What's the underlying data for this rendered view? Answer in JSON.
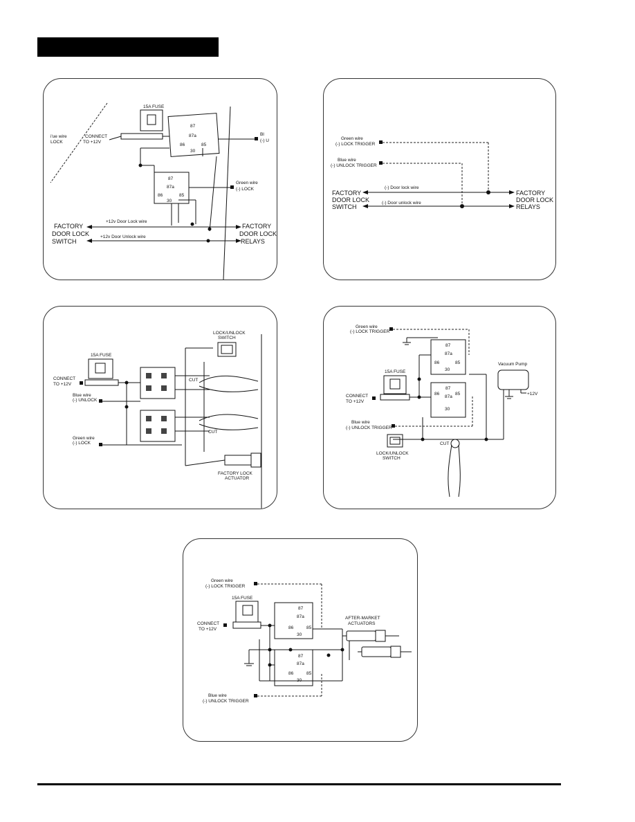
{
  "page": {
    "title_bar_color": "#000000"
  },
  "diagram1": {
    "fuse": "15A FUSE",
    "green_wire_partial": "i'ue wire",
    "lock_partial": "LOCK",
    "connect": "CONNECT",
    "to12v": "TO +12V",
    "right_partial1": "Bl",
    "right_partial2": "(-) U",
    "green_wire": "Green wire",
    "lock": "(-) LOCK",
    "factory_left": "FACTORY",
    "door_lock_left": "DOOR LOCK",
    "switch": "SWITCH",
    "lock_wire": "+12v Door Lock wire",
    "unlock_wire": "+12v Door Unlock wire",
    "factory_right": "FACTORY",
    "door_lock_right": "DOOR LOCK",
    "relays": "RELAYS",
    "pin87": "87",
    "pin87a": "87a",
    "pin85": "85",
    "pin86": "86",
    "pin30": "30"
  },
  "diagram2": {
    "green_wire": "Green wire",
    "lock_trigger": "(-) LOCK TRIGGER",
    "blue_wire": "Blue wire",
    "unlock_trigger": "(-) UNLOCK TRIGGER",
    "factory_left": "FACTORY",
    "door_lock_left": "DOOR LOCK",
    "switch": "SWITCH",
    "door_lock_wire": "(-) Door lock wire",
    "door_unlock_wire": "(-) Door unlock wire",
    "factory_right": "FACTORY",
    "door_lock_right": "DOOR LOCK",
    "relays": "RELAYS"
  },
  "diagram3": {
    "fuse": "15A FUSE",
    "connect": "CONNECT",
    "to12v": "TO +12V",
    "blue_wire": "Blue wire",
    "unlock": "(-) UNLOCK",
    "green_wire": "Green wire",
    "lock": "(-) LOCK",
    "switch_top": "LOCK/UNLOCK",
    "switch_top2": "SWITCH",
    "cut1": "CUT",
    "cut2": "CUT",
    "actuator": "FACTORY LOCK",
    "actuator2": "ACTUATOR"
  },
  "diagram4": {
    "green_wire": "Green wire",
    "lock_trigger": "(-) LOCK TRIGGER",
    "fuse": "15A FUSE",
    "connect": "CONNECT",
    "to12v": "TO +12V",
    "blue_wire": "Blue wire",
    "unlock_trigger": "(-) UNLOCK TRIGGER",
    "switch1": "LOCK/UNLOCK",
    "switch2": "SWITCH",
    "cut": "CUT",
    "vacuum_pump": "Vacuum Pump",
    "plus12v": "+12V",
    "pin87": "87",
    "pin87a": "87a",
    "pin85": "85",
    "pin86": "86",
    "pin30": "30"
  },
  "diagram5": {
    "green_wire": "Green wire",
    "lock_trigger": "(-) LOCK TRIGGER",
    "fuse": "15A FUSE",
    "connect": "CONNECT",
    "to12v": "TO +12V",
    "actuators1": "AFTER-MARKET",
    "actuators2": "ACTUATORS",
    "blue_wire": "Blue wire",
    "unlock_trigger": "(-) UNLOCK TRIGGER",
    "pin87": "87",
    "pin87a": "87a",
    "pin85": "85",
    "pin86": "86",
    "pin30": "30"
  }
}
